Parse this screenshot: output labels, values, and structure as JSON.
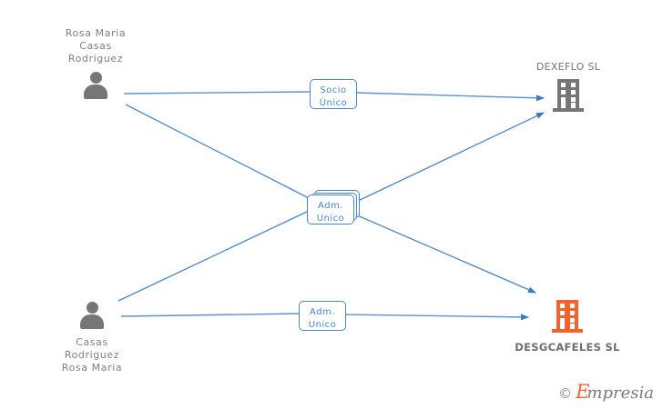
{
  "diagram": {
    "accent_blue": "#4a87c8",
    "person_gray": "#767676",
    "company_orange": "#f4622d",
    "persons": [
      {
        "id": "rosa-maria-casas-rodriguez",
        "label": "Rosa Maria\nCasas\nRodriguez",
        "icon": "person-icon"
      },
      {
        "id": "casas-rodriguez-rosa-maria",
        "label": "Casas\nRodriguez\nRosa Maria",
        "icon": "person-icon"
      }
    ],
    "companies": [
      {
        "id": "dexeflo-sl",
        "label": "DEXEFLO SL",
        "icon": "building-icon",
        "color": "#767676"
      },
      {
        "id": "desgcafeles-sl",
        "label": "DESGCAFELES SL",
        "icon": "building-icon",
        "color": "#f4622d"
      }
    ],
    "relations": [
      {
        "id": "socio-unico-top",
        "label": "Socio\nÚnico"
      },
      {
        "id": "adm-unico-middle",
        "label": "Adm.\nUnico"
      },
      {
        "id": "adm-unico-bottom",
        "label": "Adm.\nUnico"
      }
    ]
  },
  "watermark": {
    "copyright": "©",
    "brand_initial": "E",
    "brand_rest": "mpresia"
  }
}
